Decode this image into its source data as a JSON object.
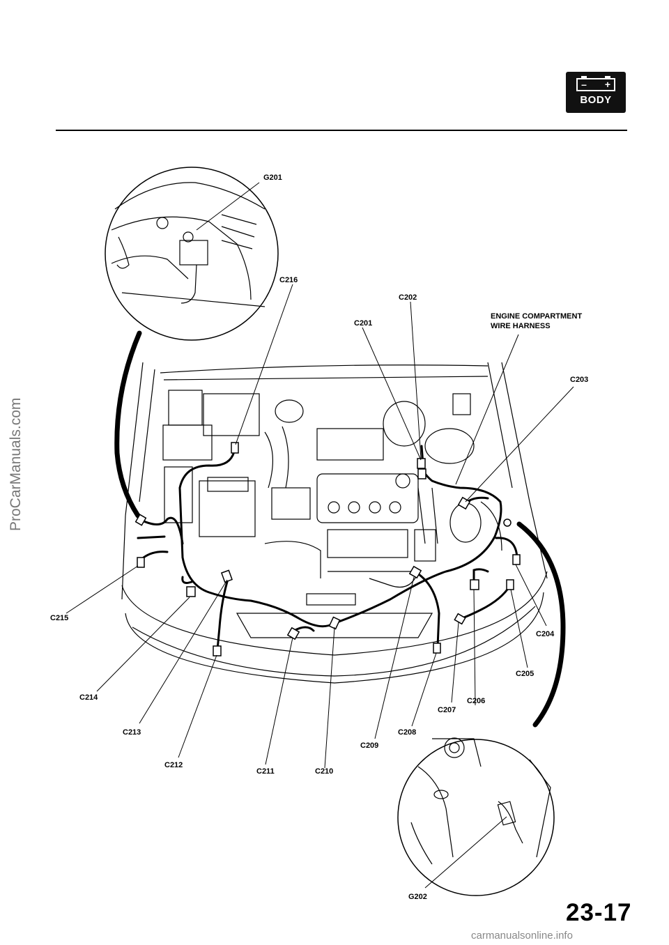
{
  "header": {
    "badge_label": "BODY",
    "battery_minus": "–",
    "battery_plus": "+"
  },
  "watermarks": {
    "side": "ProCarManuals.com",
    "bottom": "carmanualsonline.info"
  },
  "page_number": "23-17",
  "diagram": {
    "harness_label_line1": "ENGINE COMPARTMENT",
    "harness_label_line2": "WIRE HARNESS",
    "grounds": {
      "g201": "G201",
      "g202": "G202"
    },
    "connectors": {
      "c201": "C201",
      "c202": "C202",
      "c203": "C203",
      "c204": "C204",
      "c205": "C205",
      "c206": "C206",
      "c207": "C207",
      "c208": "C208",
      "c209": "C209",
      "c210": "C210",
      "c211": "C211",
      "c212": "C212",
      "c213": "C213",
      "c214": "C214",
      "c215": "C215",
      "c216": "C216"
    }
  }
}
